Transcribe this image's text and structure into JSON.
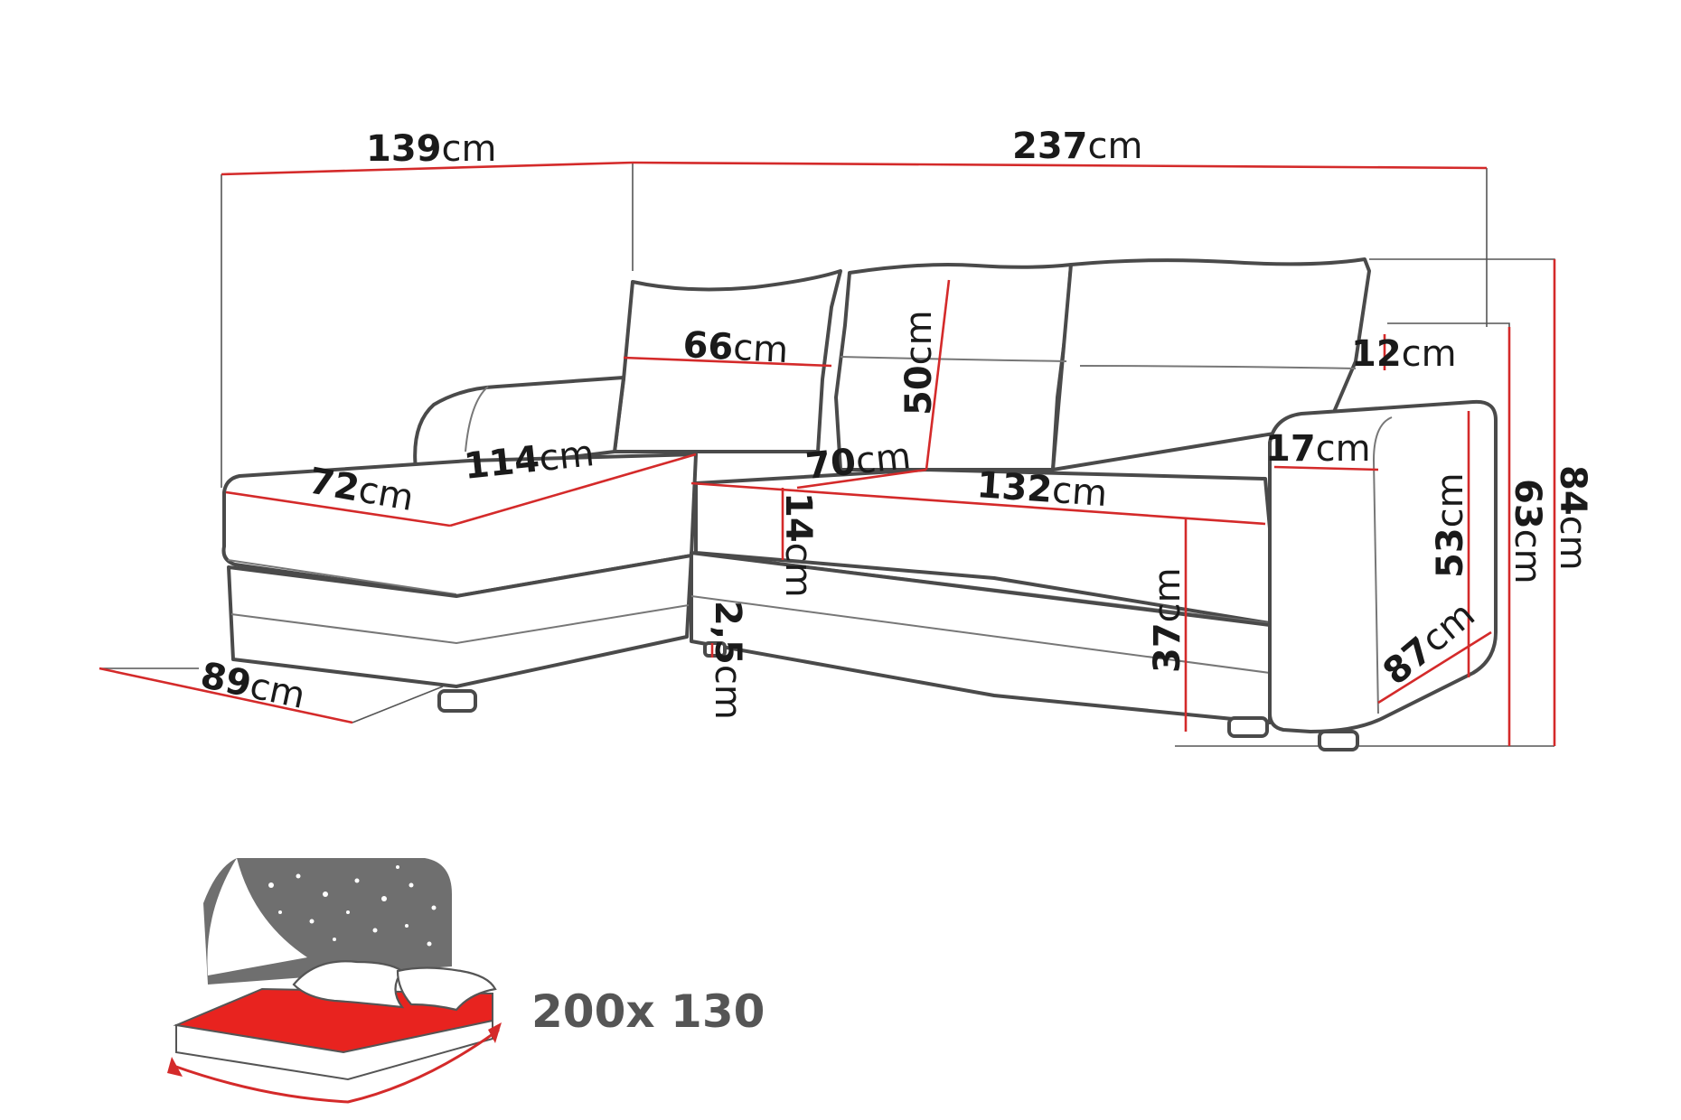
{
  "dimensions": {
    "width_chaise": "139",
    "width_total": "237",
    "backrest_width": "66",
    "backrest_height": "50",
    "armrest_top_height": "12",
    "chaise_seat_depth": "72",
    "chaise_length": "114",
    "seat_depth": "70",
    "seat_width": "132",
    "armrest_width": "17",
    "cushion_height": "14",
    "leg_height": "2,5",
    "seat_height": "37",
    "armrest_height": "53",
    "back_height_side": "63",
    "total_height": "84",
    "chaise_width": "89",
    "depth": "87",
    "unit": "cm"
  },
  "bed_icon": {
    "icon": "bed-night-icon",
    "size_label": "200x 130"
  },
  "colors": {
    "dimension_line": "#d42a2a",
    "outline": "#4a4a4a",
    "mattress": "#e8231f"
  }
}
